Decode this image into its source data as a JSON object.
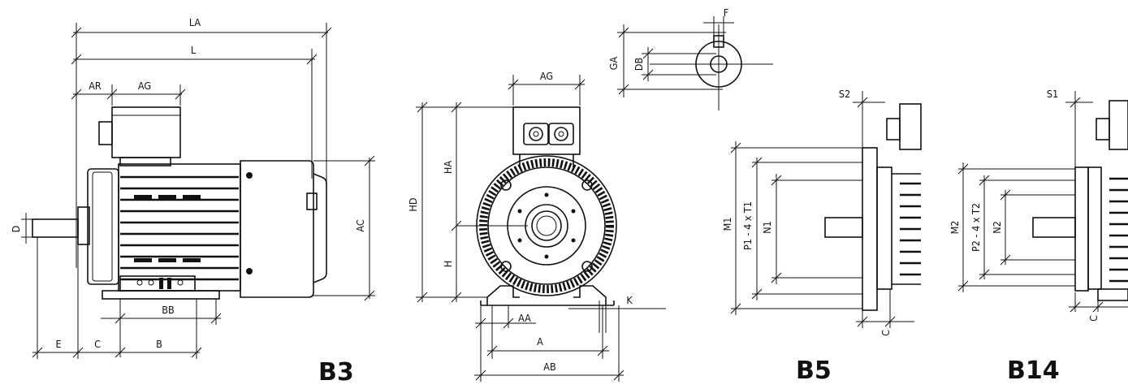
{
  "views": {
    "b3": {
      "title": "B3",
      "dims": {
        "la": "LA",
        "l": "L",
        "ar": "AR",
        "ag": "AG",
        "ac": "AC",
        "d": "D",
        "bb": "BB",
        "e": "E",
        "c": "C",
        "b": "B"
      }
    },
    "front": {
      "dims": {
        "ag": "AG",
        "ha": "HA",
        "hd": "HD",
        "h": "H",
        "aa": "AA",
        "a": "A",
        "ab": "AB",
        "k": "K"
      }
    },
    "shaft": {
      "dims": {
        "f": "F",
        "ga": "GA",
        "db": "DB"
      }
    },
    "b5": {
      "title": "B5",
      "dims": {
        "s2": "S2",
        "m1": "M1",
        "p1": "P1 - 4 x T1",
        "n1": "N1",
        "c": "C"
      }
    },
    "b14": {
      "title": "B14",
      "dims": {
        "s1": "S1",
        "m2": "M2",
        "p2": "P2 - 4 x T2",
        "n2": "N2",
        "c": "C"
      }
    }
  }
}
